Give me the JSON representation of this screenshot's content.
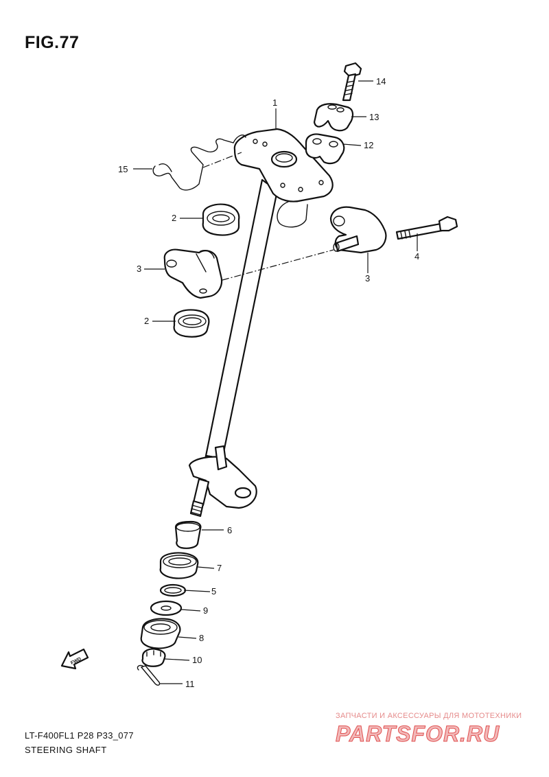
{
  "figure": {
    "title": "FIG.77"
  },
  "callouts": [
    {
      "id": "c1",
      "number": "1"
    },
    {
      "id": "c2a",
      "number": "2"
    },
    {
      "id": "c2b",
      "number": "2"
    },
    {
      "id": "c3a",
      "number": "3"
    },
    {
      "id": "c3b",
      "number": "3"
    },
    {
      "id": "c4",
      "number": "4"
    },
    {
      "id": "c5",
      "number": "5"
    },
    {
      "id": "c6",
      "number": "6"
    },
    {
      "id": "c7",
      "number": "7"
    },
    {
      "id": "c8",
      "number": "8"
    },
    {
      "id": "c9",
      "number": "9"
    },
    {
      "id": "c10",
      "number": "10"
    },
    {
      "id": "c11",
      "number": "11"
    },
    {
      "id": "c12",
      "number": "12"
    },
    {
      "id": "c13",
      "number": "13"
    },
    {
      "id": "c14",
      "number": "14"
    },
    {
      "id": "c15",
      "number": "15"
    }
  ],
  "fwd_label": "FWD",
  "footer": {
    "code": "LT-F400FL1 P28 P33_077",
    "name": "STEERING SHAFT"
  },
  "watermark": {
    "tagline": "ЗАПЧАСТИ И АКСЕССУАРЫ ДЛЯ МОТОТЕХНИКИ",
    "logo": "PARTSFOR.RU",
    "color": "#e05050"
  }
}
